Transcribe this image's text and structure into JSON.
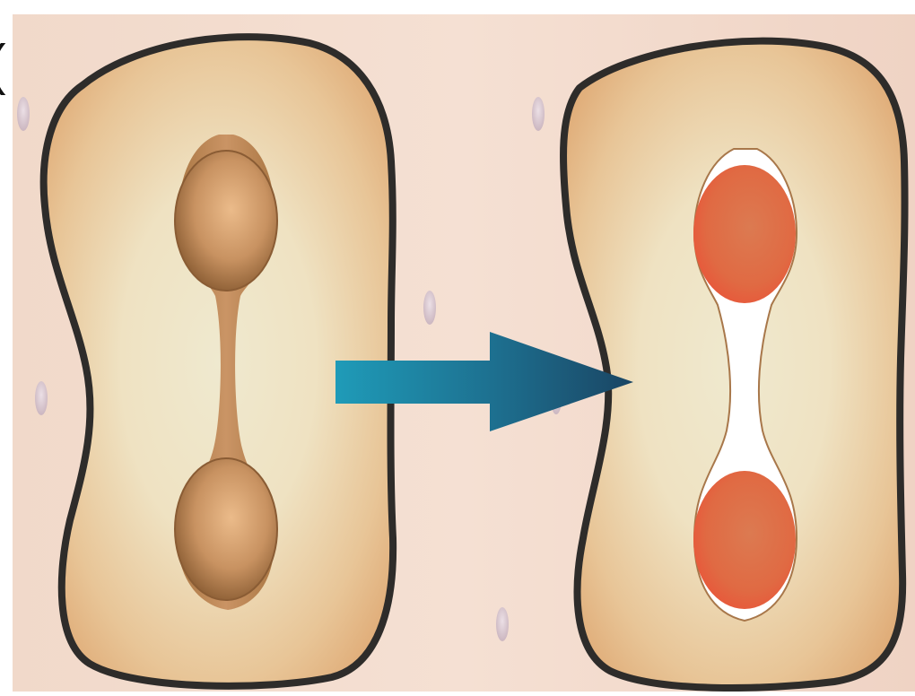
{
  "figure": {
    "corner_glyph": "(",
    "panels": [
      {
        "id": "left",
        "state": "closed stomatal pore (guard cells before)"
      },
      {
        "id": "right",
        "state": "open stomatal pore (guard cells after)"
      }
    ],
    "arrow": {
      "direction": "right"
    },
    "colors": {
      "background": "#efd6c6",
      "cell_fill": "#e3b786",
      "cell_center": "#efe6c8",
      "cell_outline": "#2e2c2a",
      "left_nucleus": "#b5824f",
      "left_nucleus_light": "#e6b584",
      "right_nucleus": "#e26a44",
      "right_nucleus_light": "#de7b52",
      "arrow_start": "#1f95b3",
      "arrow_end": "#1b4b6a",
      "pore_fill": "#ffffff"
    }
  }
}
